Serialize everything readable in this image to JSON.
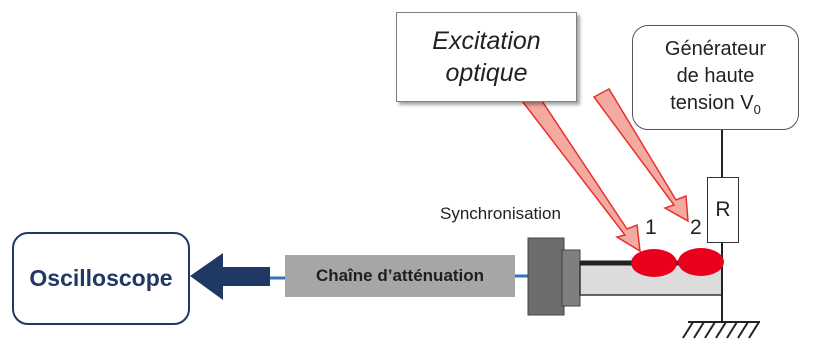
{
  "oscilloscope": {
    "label": "Oscilloscope"
  },
  "attenuation": {
    "label": "Chaîne d’atténuation"
  },
  "excitation": {
    "line1": "Excitation",
    "line2": "optique"
  },
  "generator": {
    "line1": "Générateur",
    "line2": "de haute",
    "line3_prefix": "tension V",
    "line3_sub": "0"
  },
  "resistor": {
    "label": "R"
  },
  "synchronisation": {
    "label": "Synchronisation"
  },
  "beam_numbers": {
    "one": "1",
    "two": "2"
  },
  "colors": {
    "navy": "#1f3864",
    "attenuator_gray": "#a6a6a6",
    "sync_block": "#6d6d6d",
    "cable": "#2e75b6",
    "laser_fill": "#f4a9a1",
    "laser_stroke": "#e6332a",
    "spot": "#e8001c",
    "stripline_fill": "#dcdcdc"
  }
}
